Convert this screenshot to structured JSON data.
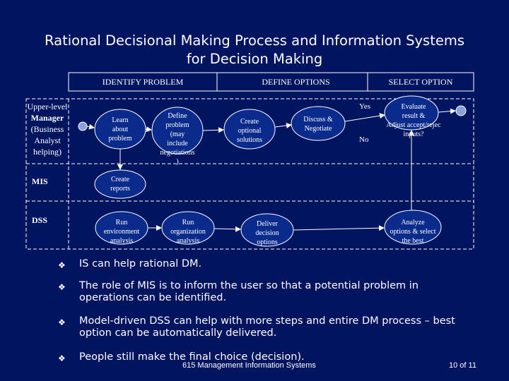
{
  "slide": {
    "title_line1": "Rational Decisional Making Process and Information Systems",
    "title_line2": "for Decision Making"
  },
  "diagram": {
    "phases": [
      "IDENTIFY PROBLEM",
      "DEFINE OPTIONS",
      "SELECT OPTION"
    ],
    "lanes": {
      "upper": [
        "Upper-level",
        "Manager",
        "(Business",
        "Analyst",
        "helping)"
      ],
      "mis": "MIS",
      "dss": "DSS"
    },
    "nodes": {
      "learn": [
        "Learn",
        "about",
        "problem"
      ],
      "define": [
        "Define",
        "problem",
        "(may",
        "include",
        "negotiations",
        ")"
      ],
      "create_solutions": [
        "Create",
        "optional",
        "solutions"
      ],
      "discuss": [
        "Discuss &",
        "Negotiate"
      ],
      "evaluate": [
        "Evaluate",
        "result &",
        "Adjust accept/rejec",
        "inputs?"
      ],
      "create_reports": [
        "Create",
        "reports"
      ],
      "run_env": [
        "Run",
        "environment",
        "analysis"
      ],
      "run_org": [
        "Run",
        "organization",
        "analysis"
      ],
      "deliver": [
        "Deliver",
        "decision",
        "options"
      ],
      "analyze": [
        "Analyze",
        "options & select",
        "the best"
      ]
    },
    "labels": {
      "yes": "Yes",
      "no": "No"
    }
  },
  "bullets": [
    "IS can help rational DM.",
    "The role of MIS is to inform the user so that a potential problem in operations can be identified.",
    "Model-driven DSS can help with more steps and entire DM process – best option can be automatically delivered.",
    "People still make the final choice (decision)."
  ],
  "footer": {
    "course": "615 Management Information Systems",
    "page": "10 of 11"
  },
  "colors": {
    "background": "#00145f",
    "node_fill": "#0a2a8c",
    "lines": "#ffffff"
  }
}
